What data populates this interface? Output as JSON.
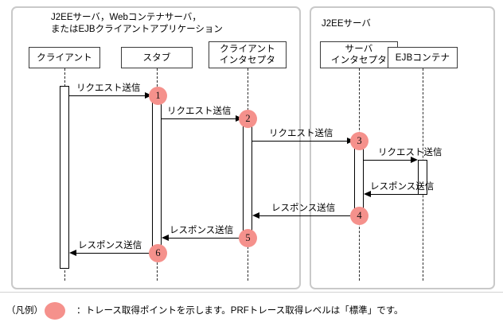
{
  "diagram": {
    "type": "sequence-diagram",
    "accent_color": "#f5918c",
    "panels": [
      {
        "id": "client-side",
        "title": "J2EEサーバ，Webコンテナサーバ，\nまたはEJBクライアントアプリケーション"
      },
      {
        "id": "server-side",
        "title": "J2EEサーバ"
      }
    ],
    "lifelines": [
      {
        "id": "client",
        "label": "クライアント",
        "lines": [
          "クライアント"
        ]
      },
      {
        "id": "stub",
        "label": "スタブ",
        "lines": [
          "スタブ"
        ]
      },
      {
        "id": "client-interceptor",
        "label": "クライアントインタセプタ",
        "lines": [
          "クライアント",
          "インタセプタ"
        ]
      },
      {
        "id": "server-interceptor",
        "label": "サーバインタセプタ",
        "lines": [
          "サーバ",
          "インタセプタ"
        ]
      },
      {
        "id": "ejb-container",
        "label": "EJBコンテナ",
        "lines": [
          "EJBコンテナ"
        ]
      }
    ],
    "messages": [
      {
        "seq": "1",
        "label": "リクエスト送信",
        "from": "client",
        "to": "stub",
        "direction": "right"
      },
      {
        "seq": "2",
        "label": "リクエスト送信",
        "from": "stub",
        "to": "client-interceptor",
        "direction": "right"
      },
      {
        "seq": "3",
        "label": "リクエスト送信",
        "from": "client-interceptor",
        "to": "server-interceptor",
        "direction": "right"
      },
      {
        "seq": "",
        "label": "リクエスト送信",
        "from": "server-interceptor",
        "to": "ejb-container",
        "direction": "right"
      },
      {
        "seq": "",
        "label": "レスポンス送信",
        "from": "ejb-container",
        "to": "server-interceptor",
        "direction": "left"
      },
      {
        "seq": "4",
        "label": "レスポンス送信",
        "from": "server-interceptor",
        "to": "client-interceptor",
        "direction": "left"
      },
      {
        "seq": "5",
        "label": "レスポンス送信",
        "from": "client-interceptor",
        "to": "stub",
        "direction": "left"
      },
      {
        "seq": "6",
        "label": "レスポンス送信",
        "from": "stub",
        "to": "client",
        "direction": "left"
      }
    ],
    "trace_points": [
      "1",
      "2",
      "3",
      "4",
      "5",
      "6"
    ]
  },
  "legend": {
    "caption": "（凡例）",
    "marker_name": "trace-point-marker",
    "description": "：トレース取得ポイントを示します。PRFトレース取得レベルは「標準」です。"
  }
}
